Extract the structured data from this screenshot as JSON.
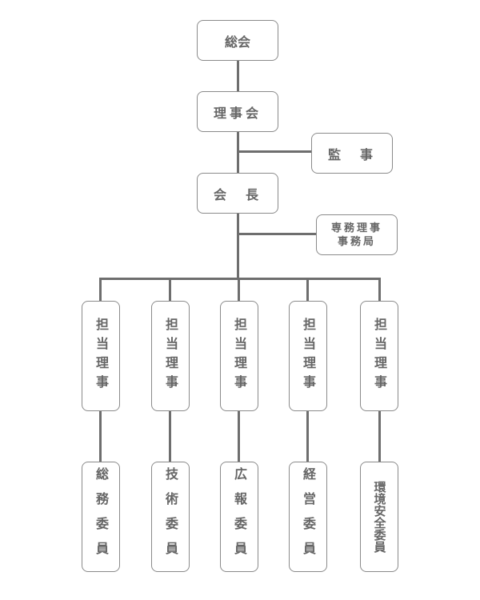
{
  "top": {
    "general_assembly": "総会",
    "board": "理事会",
    "auditor": "監　事",
    "president": "会　長",
    "secretariat_line1": "専務理事",
    "secretariat_line2": "事務局"
  },
  "directors": [
    {
      "label": "担当理事",
      "committee": "総務委員"
    },
    {
      "label": "担当理事",
      "committee": "技術委員"
    },
    {
      "label": "担当理事",
      "committee": "広報委員"
    },
    {
      "label": "担当理事",
      "committee": "経営委員"
    },
    {
      "label": "担当理事",
      "committee": "環境安全委員"
    }
  ],
  "colors": {
    "line": "#6e6e6e",
    "border": "#8a8a8a",
    "text": "#666666"
  }
}
